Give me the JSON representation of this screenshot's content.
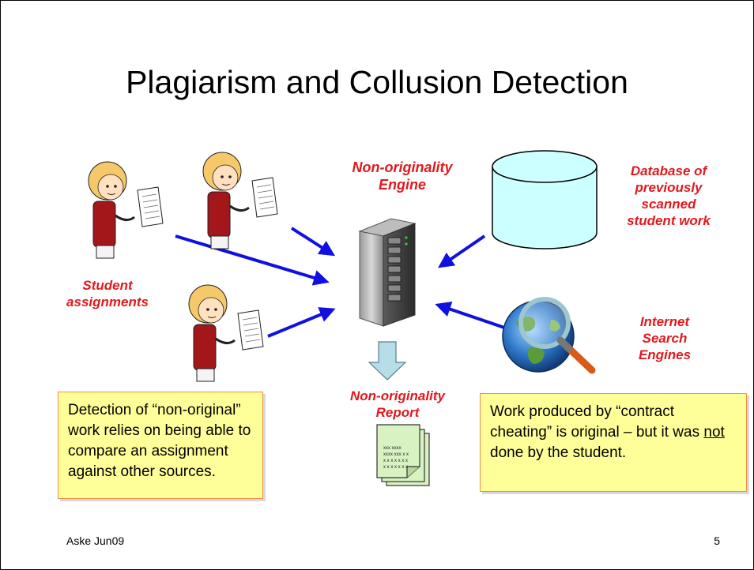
{
  "title": "Plagiarism and Collusion Detection",
  "labels": {
    "engine_line1": "Non-originality",
    "engine_line2": "Engine",
    "database_line1": "Database of",
    "database_line2": "previously",
    "database_line3": "scanned",
    "database_line4": "student work",
    "students_line1": "Student",
    "students_line2": "assignments",
    "internet_line1": "Internet",
    "internet_line2": "Search",
    "internet_line3": "Engines",
    "report_line1": "Non-originality",
    "report_line2": "Report"
  },
  "notes": {
    "left": "Detection of “non-original” work relies on being able to compare an assignment against other sources.",
    "right_before": "Work produced by “contract cheating” is original – but it was ",
    "right_underlined": "not",
    "right_after": " done by the student."
  },
  "report_doc_text": [
    "xxx xxxx",
    "xxxx xxx x x",
    "x x x x x x  x",
    "x x x x x x x"
  ],
  "footer": {
    "left": "Aske Jun09",
    "right": "5"
  },
  "colors": {
    "label_red": "#e3181d",
    "arrow_blue": "#1010e0",
    "note_fill": "#ffff99",
    "note_border": "#ef8b4c",
    "cylinder_fill": "#ccffff",
    "report_arrow_fill": "#b7dde8"
  },
  "icons": [
    "student-icon",
    "server-icon",
    "database-icon",
    "globe-magnifier-icon",
    "report-documents-icon",
    "down-arrow-icon"
  ]
}
